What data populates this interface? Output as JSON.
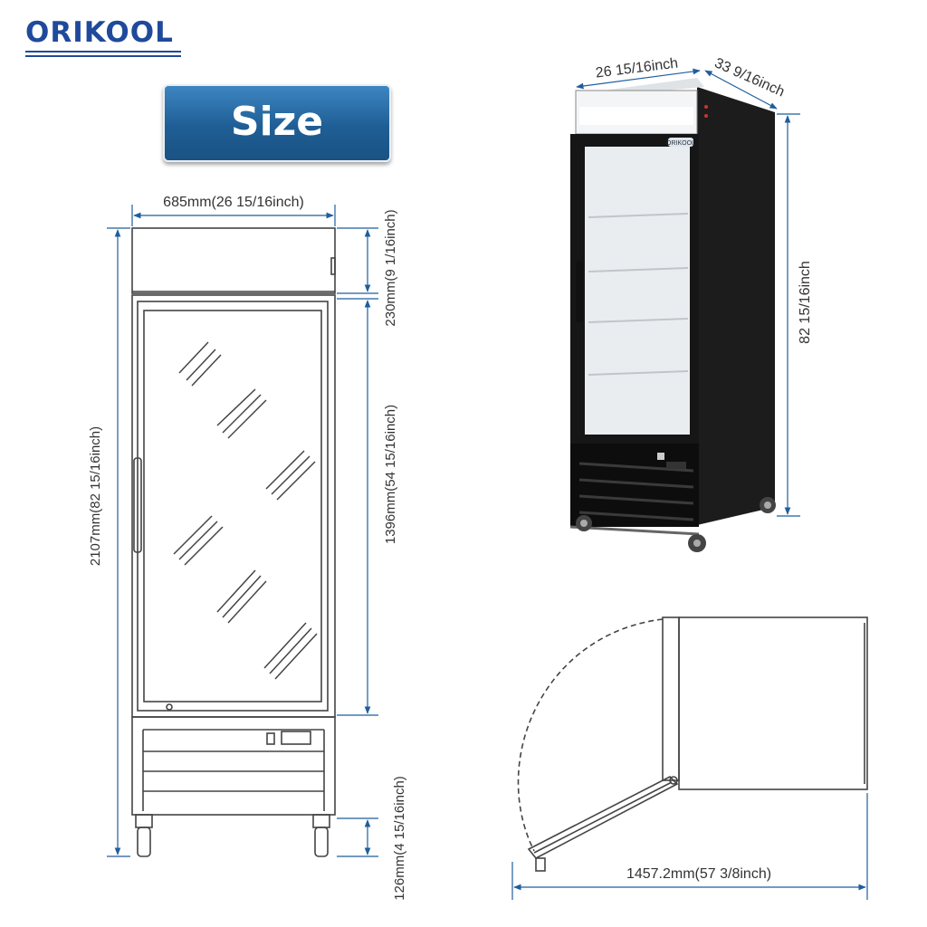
{
  "brand": {
    "name": "ORIKOOL"
  },
  "badge": {
    "label": "Size"
  },
  "front_view": {
    "width": "685mm(26 15/16inch)",
    "height_total": "2107mm(82 15/16inch)",
    "header_height": "230mm(9 1/16inch)",
    "door_height": "1396mm(54 15/16inch)",
    "base_height": "126mm(4 15/16inch)"
  },
  "photo": {
    "width": "26 15/16inch",
    "depth": "33 9/16inch",
    "height": "82 15/16inch",
    "door_logo": "ORIKOOL"
  },
  "top_view": {
    "open_depth": "1457.2mm(57 3/8inch)"
  },
  "colors": {
    "dimension_line": "#1f5e9c",
    "brand": "#1f4a9c",
    "badge": "#1f5e95"
  }
}
